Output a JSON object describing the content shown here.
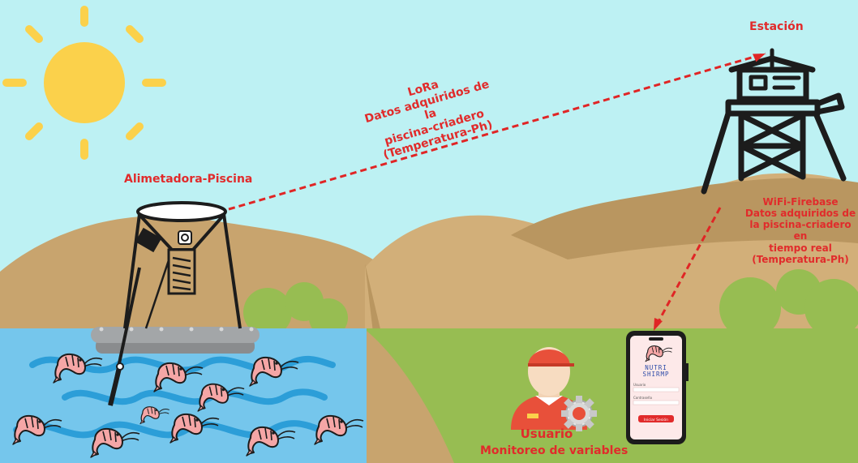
{
  "labels": {
    "feeder": "Alimetadora-Piscina",
    "station": "Estación",
    "lora_link": "LoRa\nDatos adquiridos de la\npiscina-criadero\n(Temperatura-Ph)",
    "wifi_link": "WiFi-Firebase\nDatos adquiridos de\nla piscina-criadero en\ntiempo real\n(Temperatura-Ph)",
    "user_title": "Usuario",
    "user_subtitle": "Monitoreo de variables"
  },
  "phone_app": {
    "logo_line1": "NUTRI",
    "logo_line2": "SHIRMP",
    "field1_label": "Usuario",
    "field2_label": "Contraseña",
    "button_label": "Iniciar Sesión"
  },
  "colors": {
    "sky": "#bdf1f3",
    "sun": "#fbd14b",
    "hills": "#c8a46e",
    "grass": "#97bd52",
    "water": "#75c6ec",
    "waves": "#2c9ed8",
    "label_red": "#e12b2b",
    "link_line": "#e02525"
  },
  "icons": [
    "sun-icon",
    "feeder-icon",
    "station-tower-icon",
    "shrimp-icon",
    "worker-icon",
    "gear-icon",
    "phone-icon"
  ]
}
